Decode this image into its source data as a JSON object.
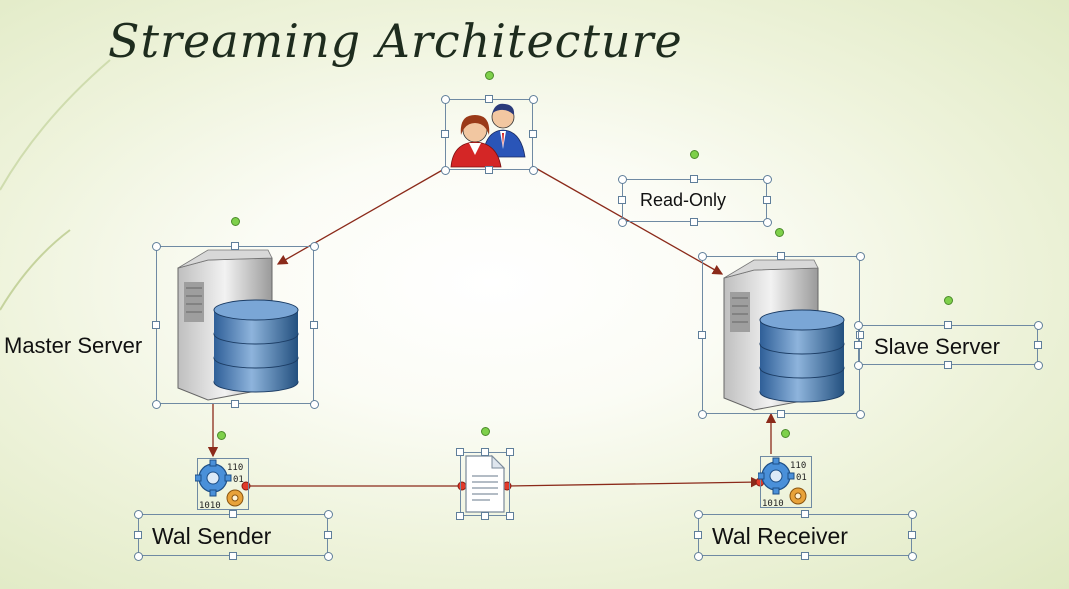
{
  "slide": {
    "title": "Streaming Architecture"
  },
  "nodes": {
    "users": {
      "icon": "users-icon"
    },
    "master": {
      "label": "Master Server",
      "icon": "server-database-icon"
    },
    "slave": {
      "label": "Slave Server",
      "icon": "server-database-icon"
    },
    "wal_sender": {
      "label": "Wal Sender",
      "icon": "gear-binary-icon"
    },
    "wal_receiver": {
      "label": "Wal Receiver",
      "icon": "gear-binary-icon"
    },
    "wal_file": {
      "icon": "document-icon"
    },
    "read_only": {
      "label": "Read-Only"
    }
  },
  "colors": {
    "connector": "#8b2a1a",
    "selection": "#6f8aa3",
    "rotation_handle": "#7ed04a"
  }
}
